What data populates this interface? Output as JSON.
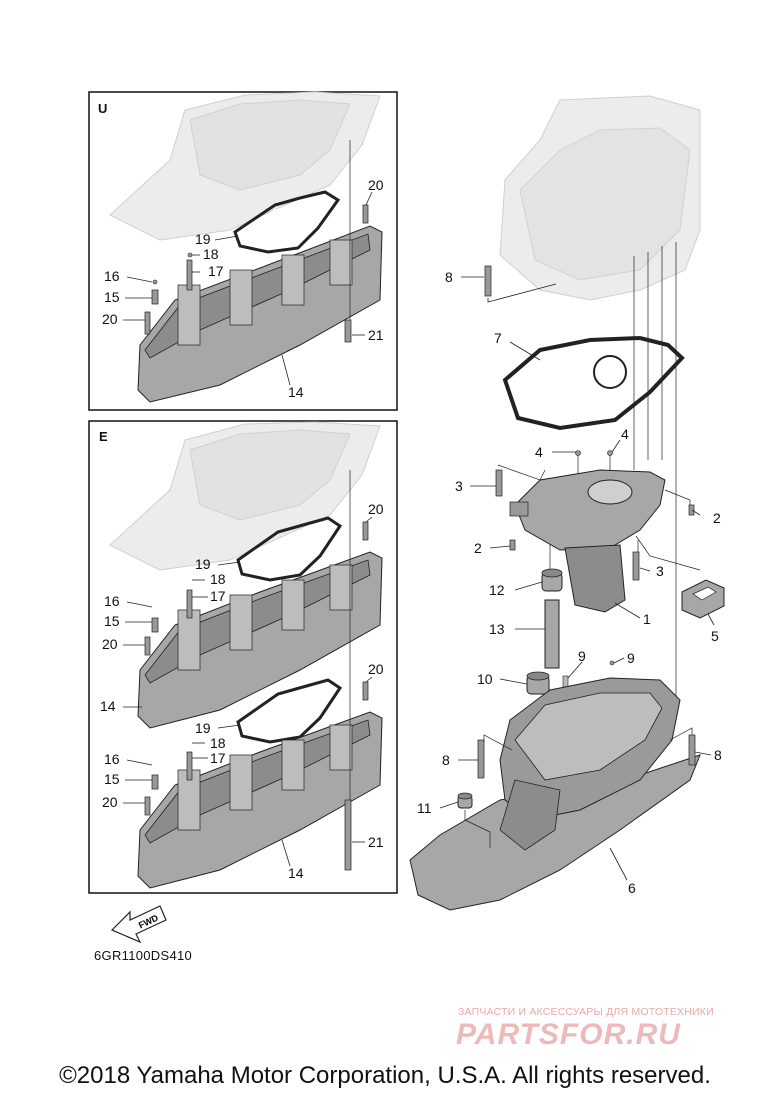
{
  "insets": {
    "upper_tag": "U",
    "lower_tag": "E"
  },
  "callouts": {
    "p1": "1",
    "p2": "2",
    "p3": "3",
    "p4": "4",
    "p5": "5",
    "p6": "6",
    "p7": "7",
    "p8": "8",
    "p9": "9",
    "p10": "10",
    "p11": "11",
    "p12": "12",
    "p13": "13",
    "p14": "14",
    "p15": "15",
    "p16": "16",
    "p17": "17",
    "p18": "18",
    "p19": "19",
    "p20": "20",
    "p21": "21"
  },
  "fwd_label": "FWD",
  "diagram_code": "6GR1100DS410",
  "watermark": {
    "tagline": "ЗАПЧАСТИ И АКСЕССУАРЫ ДЛЯ МОТОТЕХНИКИ",
    "logo": "PARTSFOR.RU"
  },
  "copyright": "©2018 Yamaha Motor Corporation, U.S.A. All rights reserved.",
  "colors": {
    "part_fill": "#a7a7a7",
    "part_shade": "#8c8c8c",
    "ghost_fill": "#ececec",
    "line": "#222222"
  }
}
